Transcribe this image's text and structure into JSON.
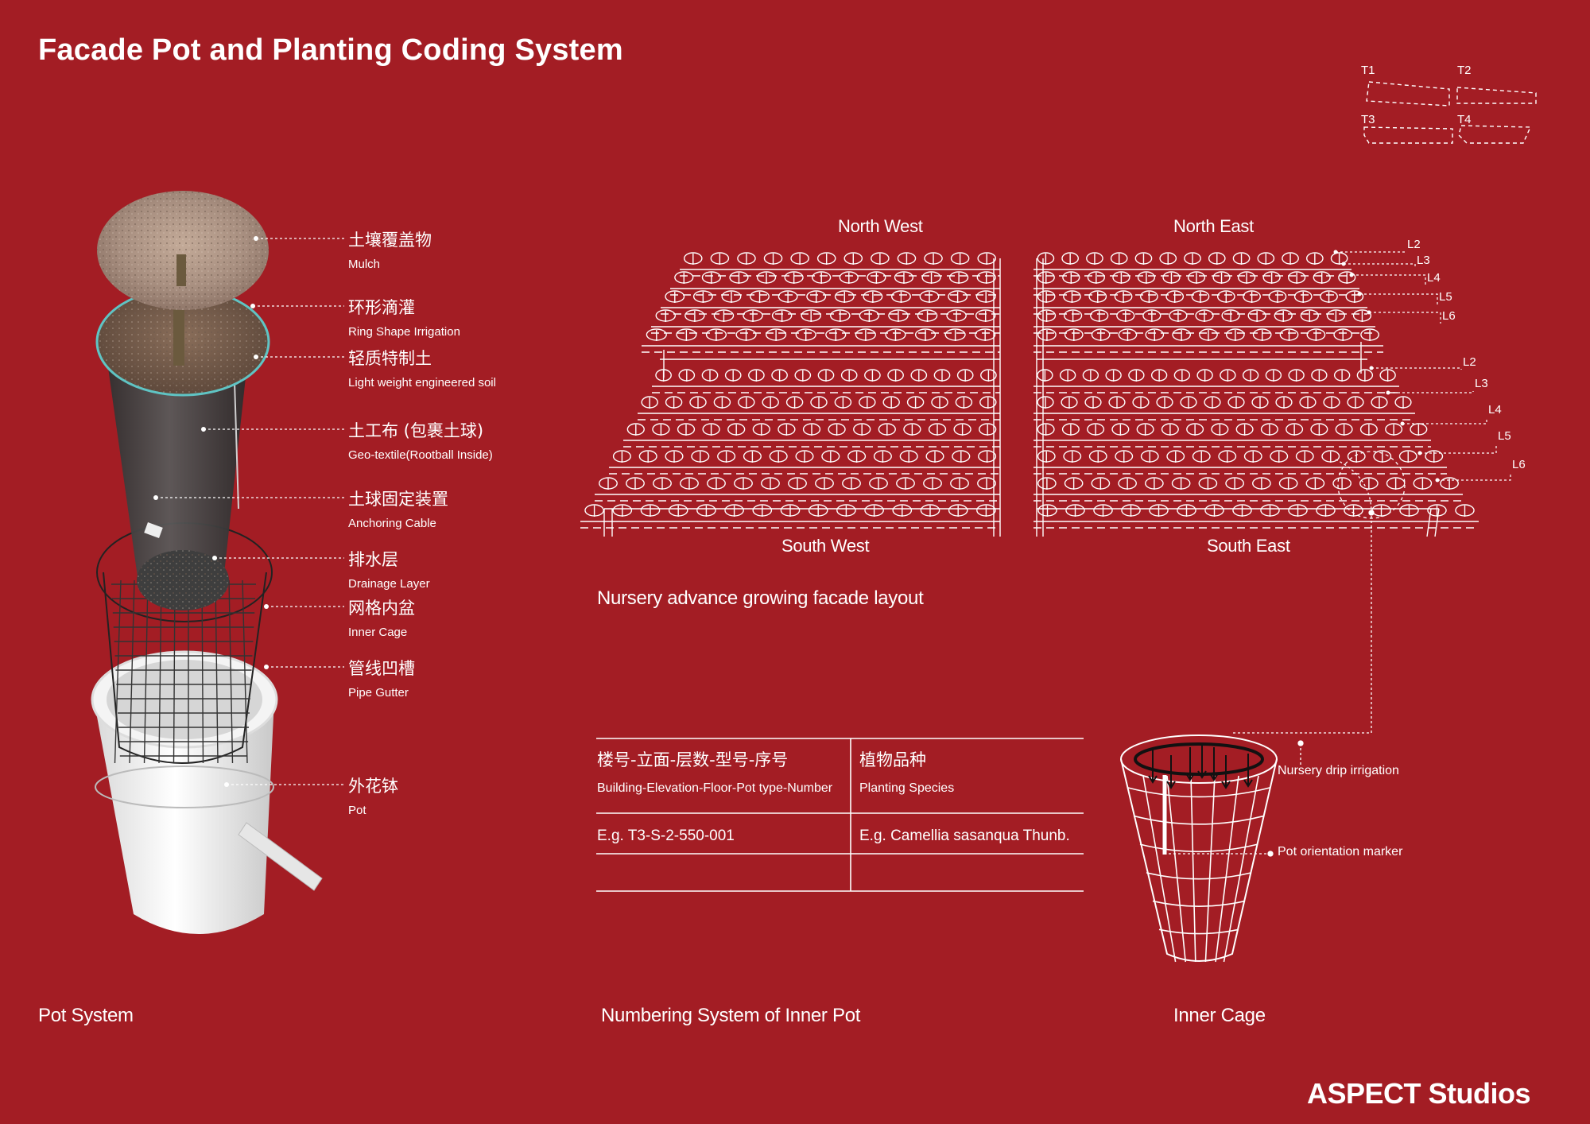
{
  "title": "Facade Pot and Planting Coding System",
  "pot_labels": [
    {
      "cn": "土壤覆盖物",
      "en": "Mulch"
    },
    {
      "cn": "环形滴灌",
      "en": "Ring Shape Irrigation"
    },
    {
      "cn": "轻质特制土",
      "en": "Light weight engineered soil"
    },
    {
      "cn": "土工布 (包裹土球)",
      "en": "Geo-textile(Rootball Inside)"
    },
    {
      "cn": "土球固定装置",
      "en": "Anchoring Cable"
    },
    {
      "cn": "排水层",
      "en": "Drainage Layer"
    },
    {
      "cn": "网格内盆",
      "en": "Inner Cage"
    },
    {
      "cn": "管线凹槽",
      "en": "Pipe Gutter"
    },
    {
      "cn": "外花钵",
      "en": "Pot"
    }
  ],
  "facade": {
    "north_west": "North West",
    "north_east": "North East",
    "south_west": "South West",
    "south_east": "South East",
    "caption": "Nursery advance growing facade layout",
    "levels_upper": [
      "L2",
      "L3",
      "L4",
      "L5",
      "L6"
    ],
    "levels_lower": [
      "L2",
      "L3",
      "L4",
      "L5",
      "L6"
    ]
  },
  "pot_types": [
    "T1",
    "T2",
    "T3",
    "T4"
  ],
  "table": {
    "h1_cn": "楼号-立面-层数-型号-序号",
    "h1_en": "Building-Elevation-Floor-Pot type-Number",
    "h2_cn": "植物品种",
    "h2_en": "Planting Species",
    "r1c1": "E.g. T3-S-2-550-001",
    "r1c2": "E.g. Camellia sasanqua Thunb."
  },
  "cage": {
    "drip": "Nursery drip irrigation",
    "marker": "Pot orientation marker"
  },
  "captions": {
    "pot_system": "Pot System",
    "numbering": "Numbering System of Inner Pot",
    "inner_cage": "Inner Cage"
  },
  "brand": "ASPECT Studios"
}
